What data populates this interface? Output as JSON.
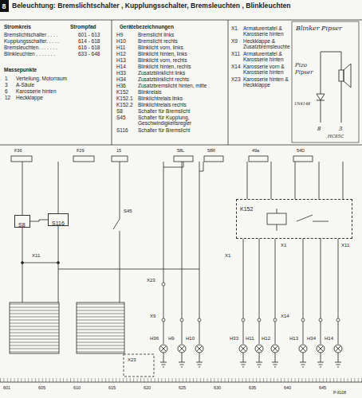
{
  "diagram": {
    "title": "Beleuchtung: Bremslichtschalter , Kupplungsschalter, Bremsleuchten , Blinkleuchten",
    "nodes": [
      {
        "text": [
          "S8"
        ]
      },
      {
        "text": [
          "S116"
        ]
      },
      {
        "text": [
          "K152"
        ]
      }
    ],
    "edges": [
      {
        "from": 0,
        "to": 1,
        "arrow": "none"
      }
    ],
    "labels": [
      "8",
      "Stromkreis",
      "Strompfad",
      "Bremslichtschalter . . . .",
      "601 - 613",
      "Kupplungsschalter. . . . .",
      "614 - 618",
      "Bremsleuchten. . . . . . .",
      "616 - 618",
      "Blinkleuchten . . . . . . .",
      "633 - 648",
      "Massepunkte",
      "1",
      "Verteilung, Motorraum",
      "3",
      "A-Säule",
      "6",
      "Karosserie hinten",
      "12",
      "Heckklappe",
      "Gerätebezeichnungen",
      "H9",
      "Bremslicht links",
      "H10",
      "Bremslicht rechts",
      "H11",
      "Blinklicht vorn, links",
      "H12",
      "Blinklicht hinten, links",
      "H13",
      "Blinklicht vorn, rechts",
      "H14",
      "Blinklicht hinten, rechts",
      "H33",
      "Zusatzblinklicht links",
      "H34",
      "Zusatzblinklicht rechts",
      "H36",
      "Zusatzbremslicht hinten, mitte",
      "K152",
      "Blinkrelais",
      "K152.1",
      "Blinklichtrelais links",
      "K152.2",
      "Blinklichtrelais rechts",
      "S8",
      "Schalter für Bremslicht",
      "S45",
      "Schalter für Kupplung, Geschwindigkeitsregler",
      "S116",
      "Schalter für Bremslicht",
      "X1",
      "Armaturentafel & Karosserie hinten",
      "X9",
      "Heckklappe & Zusatzbremsleuchte",
      "X11",
      "Armaturentafel & Karosserie hinten",
      "X14",
      "Karosserie vorn & Karosserie hinten",
      "X23",
      "Karosserie hinten & Heckklappe",
      "Blinker Pipser",
      "Pizo",
      "Pipser",
      "1N4148",
      "8",
      "3",
      "HC85C",
      "F36",
      "F29",
      "15",
      "58L",
      "58R",
      "49a",
      "54D",
      "S45",
      "X11",
      "X1",
      "X1",
      "X11",
      "X23",
      "X9",
      "X14",
      "H36",
      "H9",
      "H10",
      "H33",
      "H11",
      "H12",
      "H13",
      "H34",
      "H14",
      "X23",
      "601",
      "605",
      "610",
      "615",
      "620",
      "625",
      "630",
      "635",
      "640",
      "645",
      "P-8108"
    ]
  }
}
